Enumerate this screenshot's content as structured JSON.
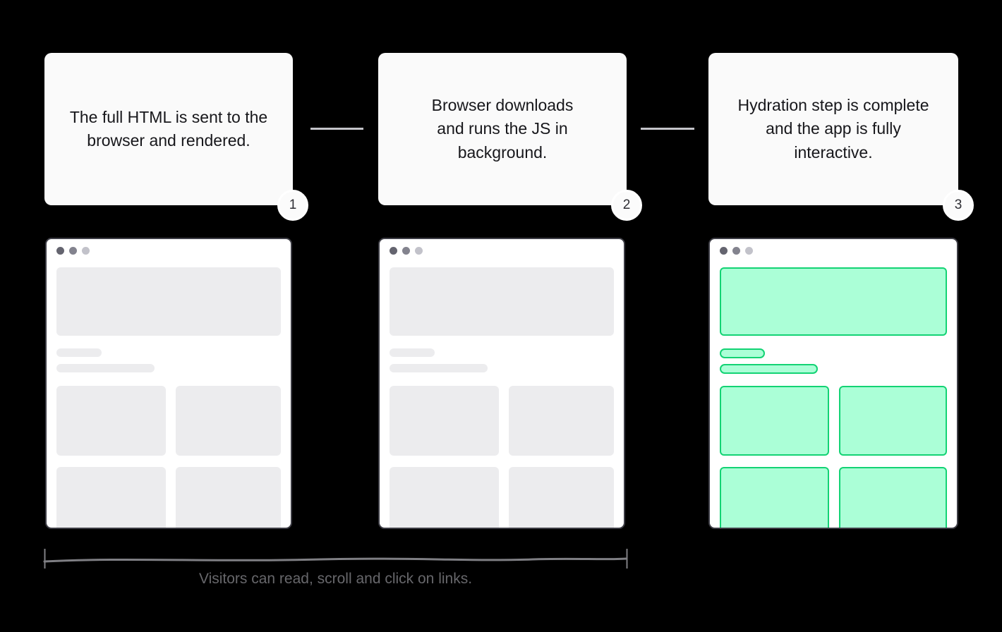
{
  "diagram": {
    "title_hidden": "",
    "steps": [
      {
        "number": "1",
        "text": "The full HTML is sent to the browser and rendered.",
        "state": "rendered-static"
      },
      {
        "number": "2",
        "text": "Browser downloads and runs the JS in background.",
        "state": "loading-js"
      },
      {
        "number": "3",
        "text": "Hydration step is complete and the app is fully interactive.",
        "state": "hydrated-interactive"
      }
    ],
    "caption": "Visitors can read, scroll and click on links.",
    "colors": {
      "page_background": "#000000",
      "card_background": "#fafafa",
      "card_text": "#17171b",
      "connector_line": "#c4c4ca",
      "browser_border": "#3d3d45",
      "skeleton_gray": "#ececee",
      "hydrated_fill": "#abffd7",
      "hydrated_border": "#13d374",
      "window_dots": [
        "#64646f",
        "#83838e",
        "#c2c2ca"
      ],
      "bracket_line": "#7f7f84",
      "caption_text": "#67676b"
    }
  }
}
